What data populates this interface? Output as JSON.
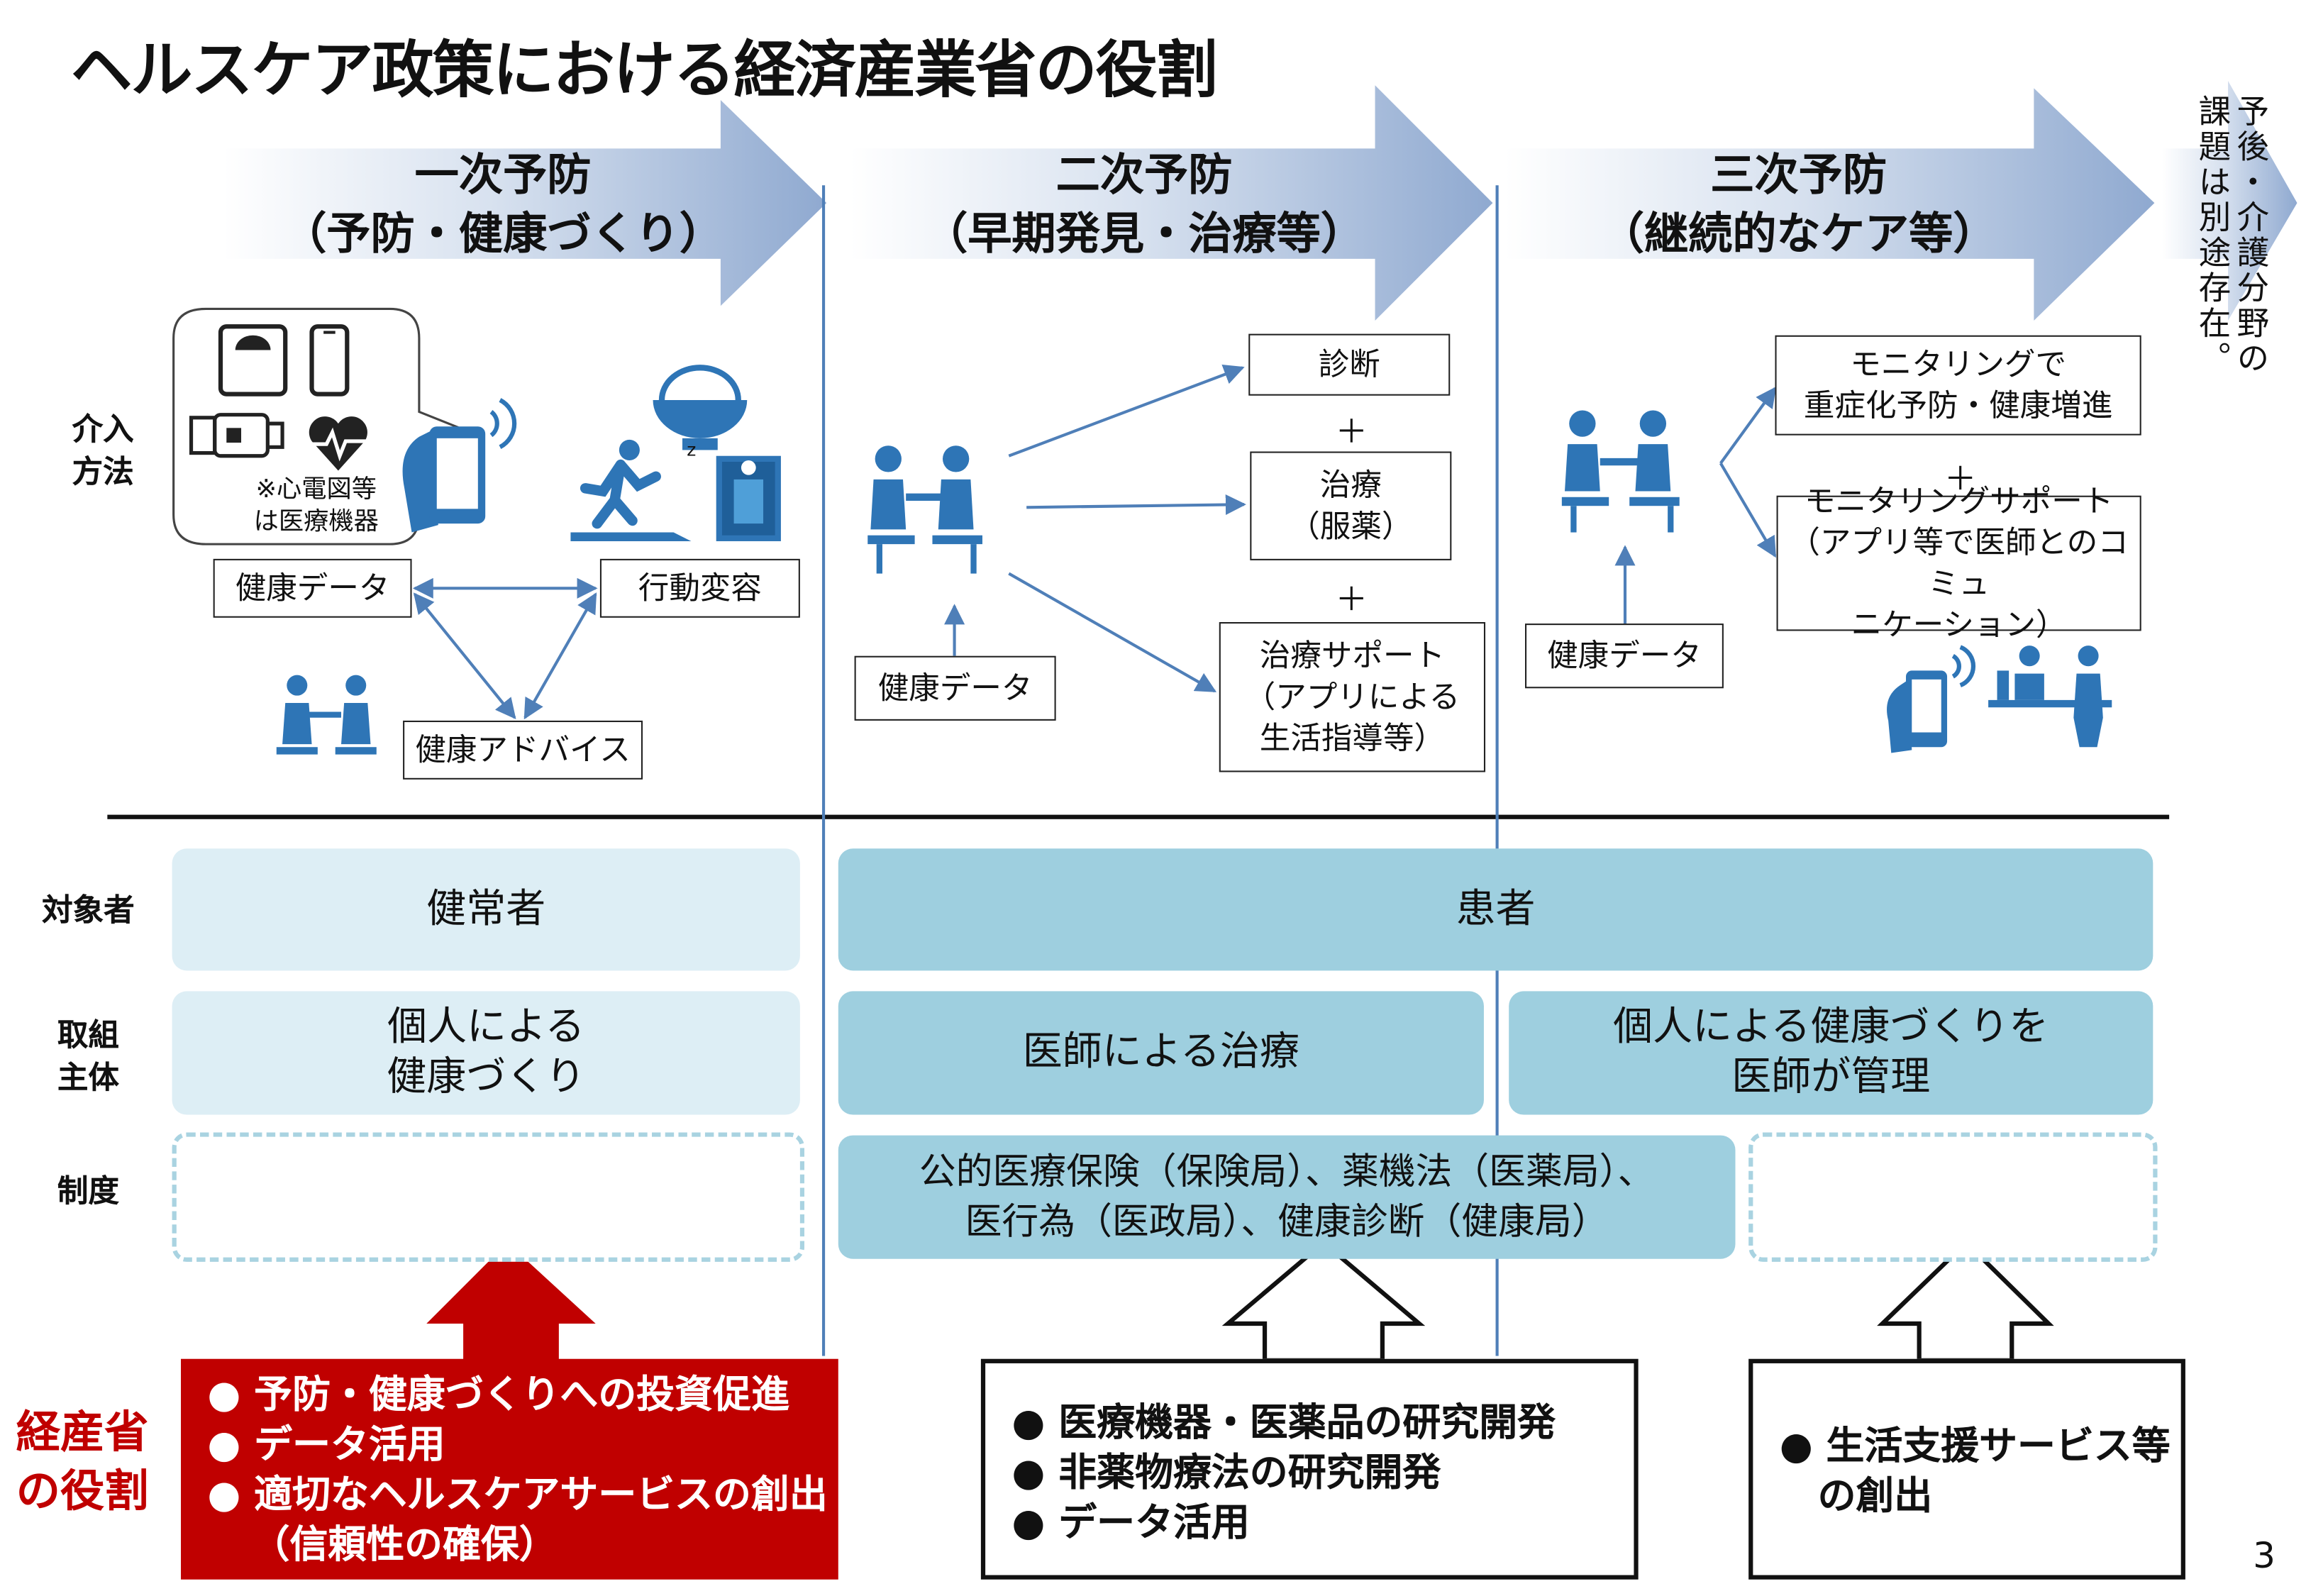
{
  "title": "ヘルスケア政策における経済産業省の役割",
  "phases": [
    {
      "line1": "一次予防",
      "line2": "（予防・健康づくり）"
    },
    {
      "line1": "二次予防",
      "line2": "（早期発見・治療等）"
    },
    {
      "line1": "三次予防",
      "line2": "（継続的なケア等）"
    }
  ],
  "side_note": {
    "col1": "予後・介護分野の",
    "col2": "課題は別途存在。"
  },
  "row_labels": {
    "intervention": {
      "l1": "介入",
      "l2": "方法"
    },
    "target": "対象者",
    "actor": {
      "l1": "取組",
      "l2": "主体"
    },
    "system": "制度"
  },
  "primary": {
    "bubble_note": {
      "l1": "※心電図等",
      "l2": "は医療機器"
    },
    "health_data": "健康データ",
    "behavior_change": "行動変容",
    "health_advice": "健康アドバイス"
  },
  "secondary": {
    "diagnosis": "診断",
    "treatment": {
      "l1": "治療",
      "l2": "（服薬）"
    },
    "support": {
      "l1": "治療サポート",
      "l2": "（アプリによる",
      "l3": "生活指導等）"
    },
    "health_data": "健康データ",
    "plus": "＋"
  },
  "tertiary": {
    "monitor1": {
      "l1": "モニタリングで",
      "l2": "重症化予防・健康増進"
    },
    "monitor2": {
      "l1": "モニタリングサポート",
      "l2": "（アプリ等で医師とのコミュ",
      "l3": "ニケーション）"
    },
    "health_data": "健康データ",
    "plus": "＋"
  },
  "target": {
    "healthy": "健常者",
    "patient": "患者"
  },
  "actor": {
    "individual": {
      "l1": "個人による",
      "l2": "健康づくり"
    },
    "doctor": "医師による治療",
    "managed": {
      "l1": "個人による健康づくりを",
      "l2": "医師が管理"
    }
  },
  "system": {
    "l1": "公的医療保険（保険局）、薬機法（医薬局）、",
    "l2": "医行為（医政局）、健康診断（健康局）"
  },
  "role_label": {
    "l1": "経産省",
    "l2": "の役割"
  },
  "roles": {
    "primary": [
      "予防・健康づくりへの投資促進",
      "データ活用",
      "適切なヘルスケアサービスの創出",
      "（信頼性の確保）"
    ],
    "secondary": [
      "医療機器・医薬品の研究開発",
      "非薬物療法の研究開発",
      "データ活用"
    ],
    "tertiary": {
      "l1": "生活支援サービス等",
      "l2": "の創出"
    }
  },
  "page_number": "3",
  "colors": {
    "red": "#c00000",
    "light_blue": "#ddeef5",
    "mid_blue": "#9ecfdf",
    "icon_blue": "#2e75b6",
    "arrow_blue": "#8fa9d0"
  }
}
